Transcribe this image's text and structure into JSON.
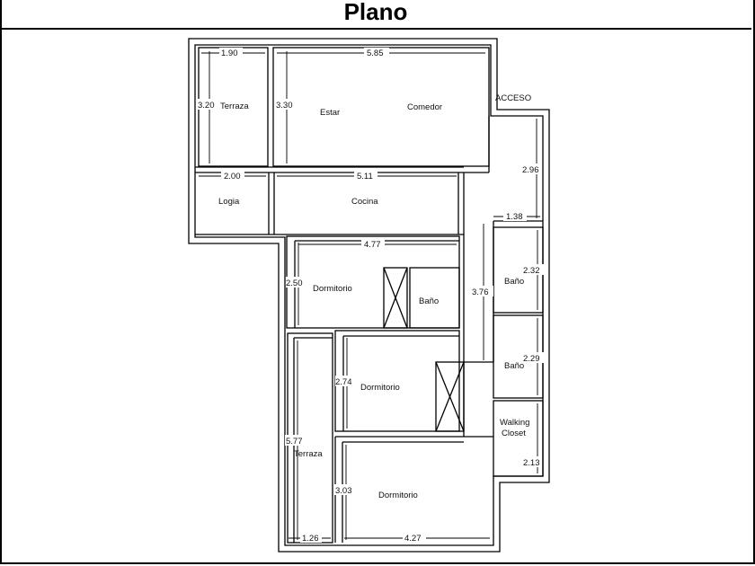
{
  "title": "Plano",
  "plan": {
    "access_label": "ACCESO",
    "rooms": {
      "terraza_top": "Terraza",
      "estar": "Estar",
      "comedor": "Comedor",
      "logia": "Logia",
      "cocina": "Cocina",
      "dormitorio_1": "Dormitorio",
      "bano_small": "Baño",
      "dormitorio_2": "Dormitorio",
      "bano_1": "Baño",
      "bano_2": "Baño",
      "walking_closet_line1": "Walking",
      "walking_closet_line2": "Closet",
      "terraza_bottom": "Terraza",
      "dormitorio_3": "Dormitorio"
    },
    "dimensions": {
      "terraza_top_width": "1.90",
      "terraza_top_height": "3.20",
      "estar_width": "5.85",
      "estar_height": "3.30",
      "logia_width": "2.00",
      "cocina_width": "5.11",
      "access_height": "2.96",
      "access_width": "1.38",
      "dormitorio_1_width": "4.77",
      "dormitorio_1_height": "2.50",
      "hall_height": "3.76",
      "bano_1_height": "2.32",
      "dormitorio_2_height": "2.74",
      "bano_2_height": "2.29",
      "terraza_bottom_height": "5.77",
      "walking_closet_height": "2.13",
      "dormitorio_3_height": "3.03",
      "terraza_bottom_width": "1.26",
      "dormitorio_3_width": "4.27"
    }
  },
  "colors": {
    "line": "#000000",
    "background": "#ffffff"
  }
}
